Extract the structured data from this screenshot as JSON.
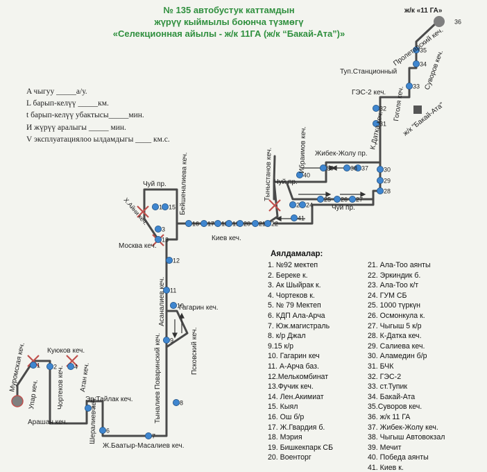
{
  "header": {
    "line1": "№ 135  автобустук каттамдын",
    "line2": "жүрүү кыймылы боюнча түзмөгү",
    "line3": "«Селекционная айылы - ж/к 11ГА (ж/к “Бакай-Ата”)»"
  },
  "params": [
    "A чыгуу _____а/у.",
    "L барып-келүү _____км.",
    "t барып-келүү убактысы_____мин.",
    "И жүрүү аралыгы _____ мин.",
    "V эксплуатациялоо ылдамдыгы ____ км.с."
  ],
  "streets": {
    "muromskaya": "Муромская кеч.",
    "upar": "Упар кеч.",
    "arashan": "Арашан кеч.",
    "kuyukov": "Куюков кеч.",
    "chortekov": "Чортеков кеч.",
    "er_tailak": "Эр Тайлак кеч.",
    "atan": "Атан кеч.",
    "sheraliev": "Шералиев кеч.",
    "baatyr_masaliev": "Ж.Баатыр-Масалиев кеч.",
    "tynaliev_povarinsky": "Тыналиев Поваринский кеч.",
    "asanaliev": "Асаналиев кеч.",
    "gagarin": "Гагарин кеч.",
    "pskovsky": "Псковский кеч.",
    "moskva": "Москва кеч.",
    "kh_ayn": "Х.Айни кеч.",
    "chui_left": "Чуй пр.",
    "beishenalieva": "Бейшеналиева кеч.",
    "kiev": "Киев кеч.",
    "tynystanov": "Тыныстанов кеч.",
    "chui_mid": "Чуй пр.",
    "ibraimov": "Ибраимов кеч.",
    "chui_right": "Чуй пр.",
    "zhibek_zholu": "Жибек-Жолу пр.",
    "k_datka": "К.Датка кеч.",
    "ges2": "ГЭС-2 кеч.",
    "gogol": "Гоголя кеч.",
    "tup_stantsionny": "Туп.Станционный",
    "proletarsky": "Пролетарский кеч.",
    "suvorov": "Суворов кеч.",
    "zhk_11ga": "ж/к «11 ГА»",
    "zhk_bakai_ata": "ж/к \"Бакай-Ата\""
  },
  "stop_numbers": [
    "1",
    "2",
    "3",
    "4",
    "5",
    "6",
    "7",
    "8",
    "9",
    "10",
    "11",
    "12",
    "13",
    "14",
    "15",
    "16",
    "17",
    "18",
    "19",
    "20",
    "21",
    "22",
    "23",
    "24",
    "25",
    "26",
    "27",
    "28",
    "29",
    "30",
    "31",
    "32",
    "33",
    "34",
    "35",
    "36",
    "37",
    "38",
    "39",
    "40",
    "41"
  ],
  "stops_header": "Аялдамалар:",
  "stops": [
    "1. №92 мектеп",
    "2. Береке к.",
    "3. Ак Шыйрак к.",
    "4. Чортеков к.",
    "5.  № 79 Мектеп",
    "6. КДП Ала-Арча",
    "7. Юж.магистраль",
    "8. к/р Джал",
    "9.15 к/р",
    "10. Гагарин кеч",
    "11. А-Арча баз.",
    "12.Мелькомбинат",
    "13.Фучик кеч.",
    "14. Лен.Акимиат",
    "15. Кыял",
    "16. Ош б/р",
    "17. Ж.Гвардия б.",
    "18. Мэрия",
    "19. Бишкекпарк СБ",
    "20. Военторг",
    "21. Ала-Тоо аянты",
    "22. Эркиндик б.",
    "23. Ала-Тоо к/т",
    "24. ГУМ СБ",
    "25. 1000 түркүн",
    "26. Осмонкула к.",
    "27. Чыгыш 5 к/р",
    "28. К-Датка кеч.",
    "29. Салиева кеч.",
    "30. Аламедин б/р",
    "31. БЧК",
    "32. ГЭС-2",
    "33. ст.Тупик",
    "34. Бакай-Ата",
    "35.Суворов кеч.",
    "36. ж/к 11 ГА",
    "37. Жибек-Жолу кеч.",
    "38. Чыгыш Автовокзал",
    "39. Мечит",
    "40. Победа аянты",
    "41. Киев к."
  ],
  "colors": {
    "title": "#2f8f3e",
    "route_line": "#4a4a4a",
    "stop_fill": "#3f86cf",
    "cross": "#c0504d"
  }
}
